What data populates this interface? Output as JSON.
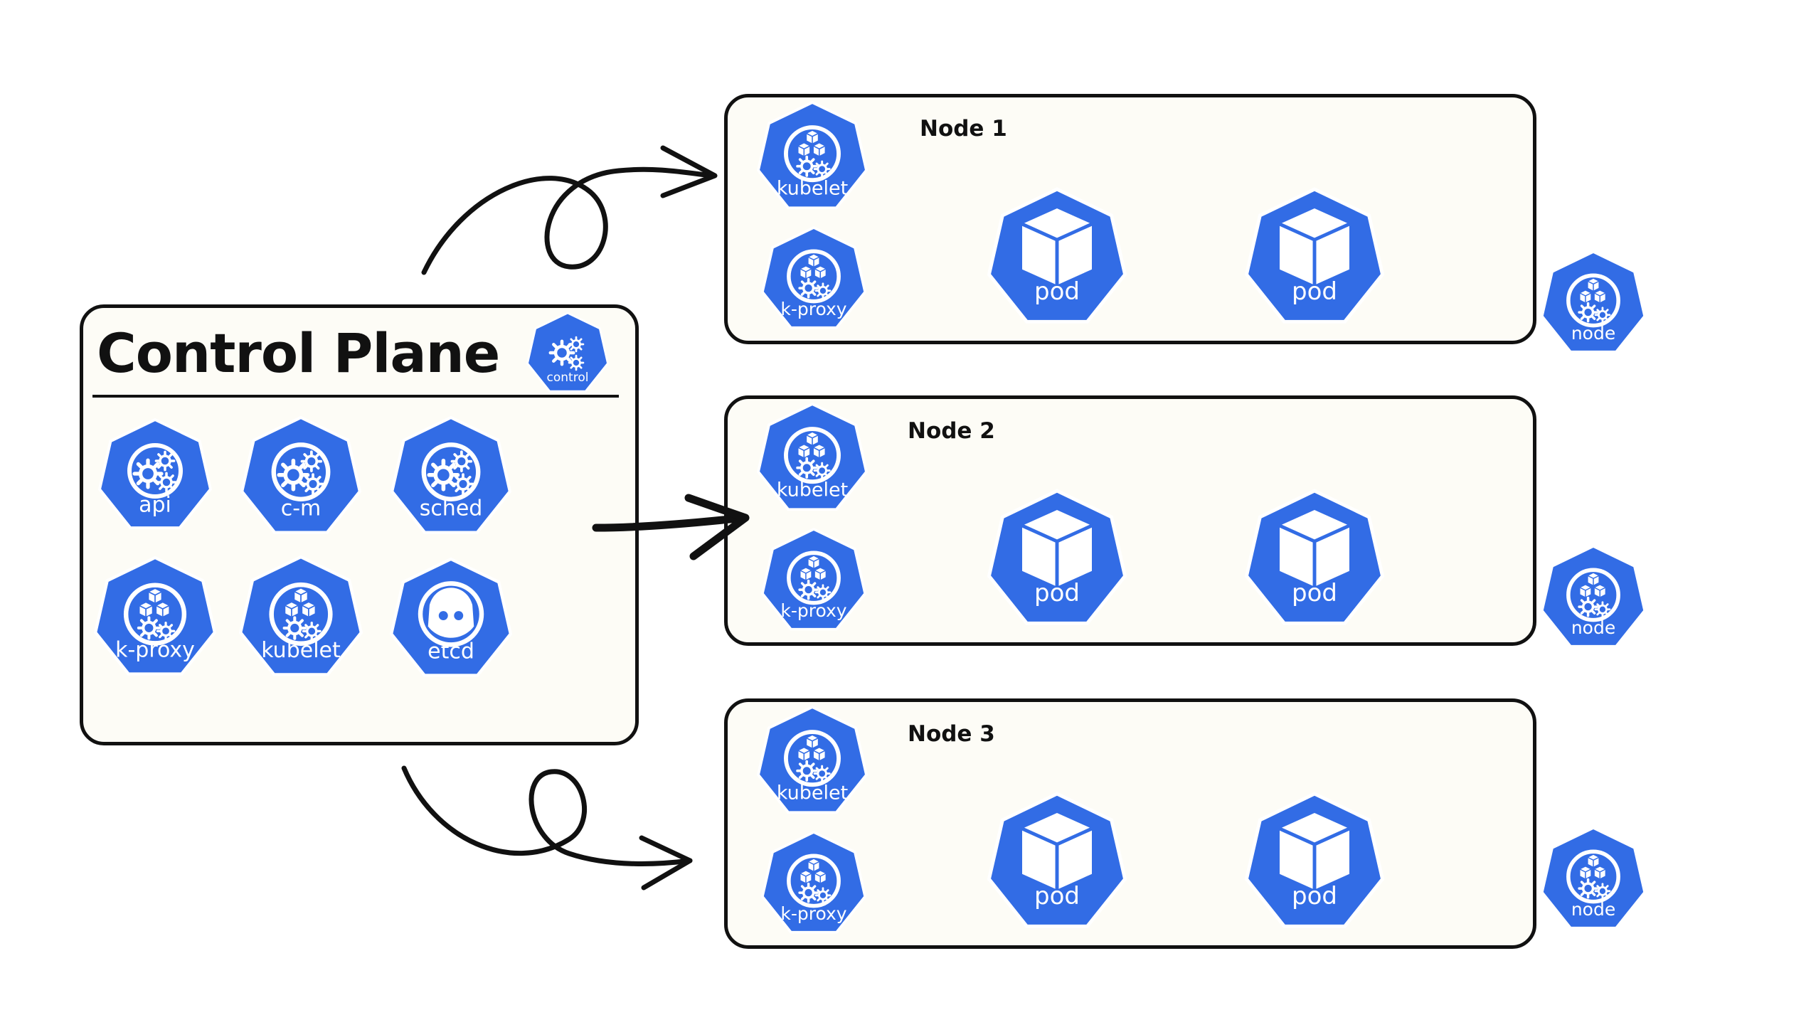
{
  "control_plane": {
    "title": "Control Plane",
    "badge_label": "control",
    "components": [
      {
        "label": "api",
        "icon": "gears"
      },
      {
        "label": "c-m",
        "icon": "gears"
      },
      {
        "label": "sched",
        "icon": "gears"
      },
      {
        "label": "k-proxy",
        "icon": "cubes-gear"
      },
      {
        "label": "kubelet",
        "icon": "cubes-gear"
      },
      {
        "label": "etcd",
        "icon": "etcd"
      }
    ]
  },
  "nodes": [
    {
      "title": "Node 1",
      "kubelet_label": "kubelet",
      "proxy_label": "k-proxy",
      "pods": [
        "pod",
        "pod"
      ],
      "badge_label": "node"
    },
    {
      "title": "Node 2",
      "kubelet_label": "kubelet",
      "proxy_label": "k-proxy",
      "pods": [
        "pod",
        "pod"
      ],
      "badge_label": "node"
    },
    {
      "title": "Node 3",
      "kubelet_label": "kubelet",
      "proxy_label": "k-proxy",
      "pods": [
        "pod",
        "pod"
      ],
      "badge_label": "node"
    }
  ],
  "colors": {
    "k8s_blue": "#326ce5",
    "box_fill": "#fdfcf6",
    "outline": "#111111",
    "icon_white": "#ffffff"
  }
}
